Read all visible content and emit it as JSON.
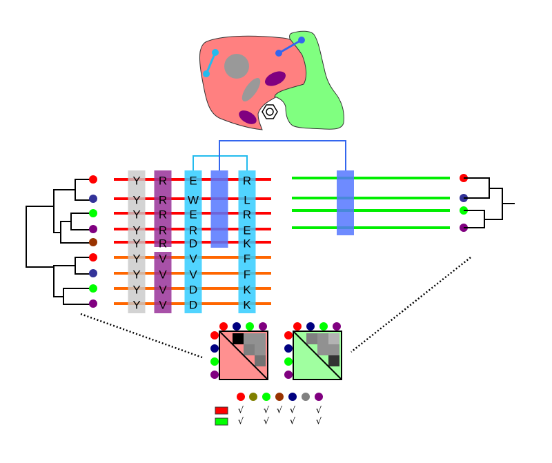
{
  "colors": {
    "red": "#ff0000",
    "blue": "#333399",
    "green": "#00ff00",
    "purple": "#800080",
    "brown": "#993300",
    "olive": "#808000",
    "navy": "#000080",
    "grey": "#808080",
    "family_a_line": "#ff0000",
    "family_b_line": "#ff6600",
    "family_c_line": "#00ee00",
    "col_grey": "#c8c8c8",
    "col_purple": "#993399",
    "col_cyan": "#33ccff",
    "col_blue": "#5577ff",
    "protein_red": "#ff8080",
    "protein_green": "#80ff80",
    "link_cyan": "#22bbee",
    "link_blue": "#3366ee",
    "matrix_red": "#ff9090",
    "matrix_green": "#a0ffa0"
  },
  "structure": {
    "proteins": [
      {
        "name": "protein-a",
        "color": "protein_red"
      },
      {
        "name": "protein-b",
        "color": "protein_green"
      }
    ],
    "ligand_icon": "hexagon-ring-icon",
    "intra_contact_color": "link_cyan",
    "inter_contact_color": "link_blue"
  },
  "left_alignment": {
    "leaves": [
      {
        "species": "red",
        "family": "a"
      },
      {
        "species": "blue",
        "family": "a"
      },
      {
        "species": "green",
        "family": "a"
      },
      {
        "species": "purple",
        "family": "a"
      },
      {
        "species": "brown",
        "family": "a"
      },
      {
        "species": "red",
        "family": "b"
      },
      {
        "species": "blue",
        "family": "b"
      },
      {
        "species": "green",
        "family": "b"
      },
      {
        "species": "purple",
        "family": "b"
      }
    ],
    "columns": [
      {
        "kind": "conserved",
        "color": "col_grey",
        "residues": [
          "Y",
          "Y",
          "Y",
          "Y",
          "Y",
          "Y",
          "Y",
          "Y",
          "Y"
        ]
      },
      {
        "kind": "specificity",
        "color": "col_purple",
        "residues": [
          "R",
          "R",
          "R",
          "R",
          "R",
          "V",
          "V",
          "V",
          "V"
        ]
      },
      {
        "kind": "coevolving",
        "color": "col_cyan",
        "residues": [
          "E",
          "W",
          "E",
          "R",
          "D",
          "V",
          "V",
          "D",
          "D"
        ]
      },
      {
        "kind": "interface",
        "color": "col_blue",
        "residues": [
          "",
          "",
          "",
          "",
          "",
          "",
          "",
          "",
          ""
        ]
      },
      {
        "kind": "coevolving",
        "color": "col_cyan",
        "residues": [
          "R",
          "L",
          "R",
          "E",
          "K",
          "F",
          "F",
          "K",
          "K"
        ]
      }
    ]
  },
  "right_alignment": {
    "leaves": [
      {
        "species": "red"
      },
      {
        "species": "blue"
      },
      {
        "species": "green"
      },
      {
        "species": "purple"
      }
    ]
  },
  "matrices": [
    {
      "name": "left-distance-matrix",
      "fill": "matrix_red",
      "species": [
        "red",
        "navy",
        "green",
        "purple"
      ],
      "upper": [
        {
          "row": 0,
          "col": 1,
          "shade": 0.0
        },
        {
          "row": 0,
          "col": 2,
          "shade": 0.57
        },
        {
          "row": 0,
          "col": 3,
          "shade": 0.57
        },
        {
          "row": 1,
          "col": 2,
          "shade": 0.5
        },
        {
          "row": 1,
          "col": 3,
          "shade": 0.57
        },
        {
          "row": 2,
          "col": 3,
          "shade": 0.45
        }
      ]
    },
    {
      "name": "right-distance-matrix",
      "fill": "matrix_green",
      "species": [
        "red",
        "navy",
        "green",
        "purple"
      ],
      "upper": [
        {
          "row": 0,
          "col": 1,
          "shade": 0.5
        },
        {
          "row": 0,
          "col": 2,
          "shade": 0.57
        },
        {
          "row": 0,
          "col": 3,
          "shade": 0.7
        },
        {
          "row": 1,
          "col": 2,
          "shade": 0.57
        },
        {
          "row": 1,
          "col": 3,
          "shade": 0.57
        },
        {
          "row": 2,
          "col": 3,
          "shade": 0.2
        }
      ]
    }
  ],
  "legend": {
    "species": [
      "red",
      "olive",
      "green",
      "brown",
      "navy",
      "grey",
      "purple"
    ],
    "check_symbol": "√",
    "rows": [
      {
        "swatch": "red",
        "present": [
          true,
          false,
          true,
          true,
          true,
          false,
          true
        ]
      },
      {
        "swatch": "green",
        "present": [
          true,
          false,
          true,
          false,
          true,
          false,
          true
        ]
      }
    ]
  }
}
